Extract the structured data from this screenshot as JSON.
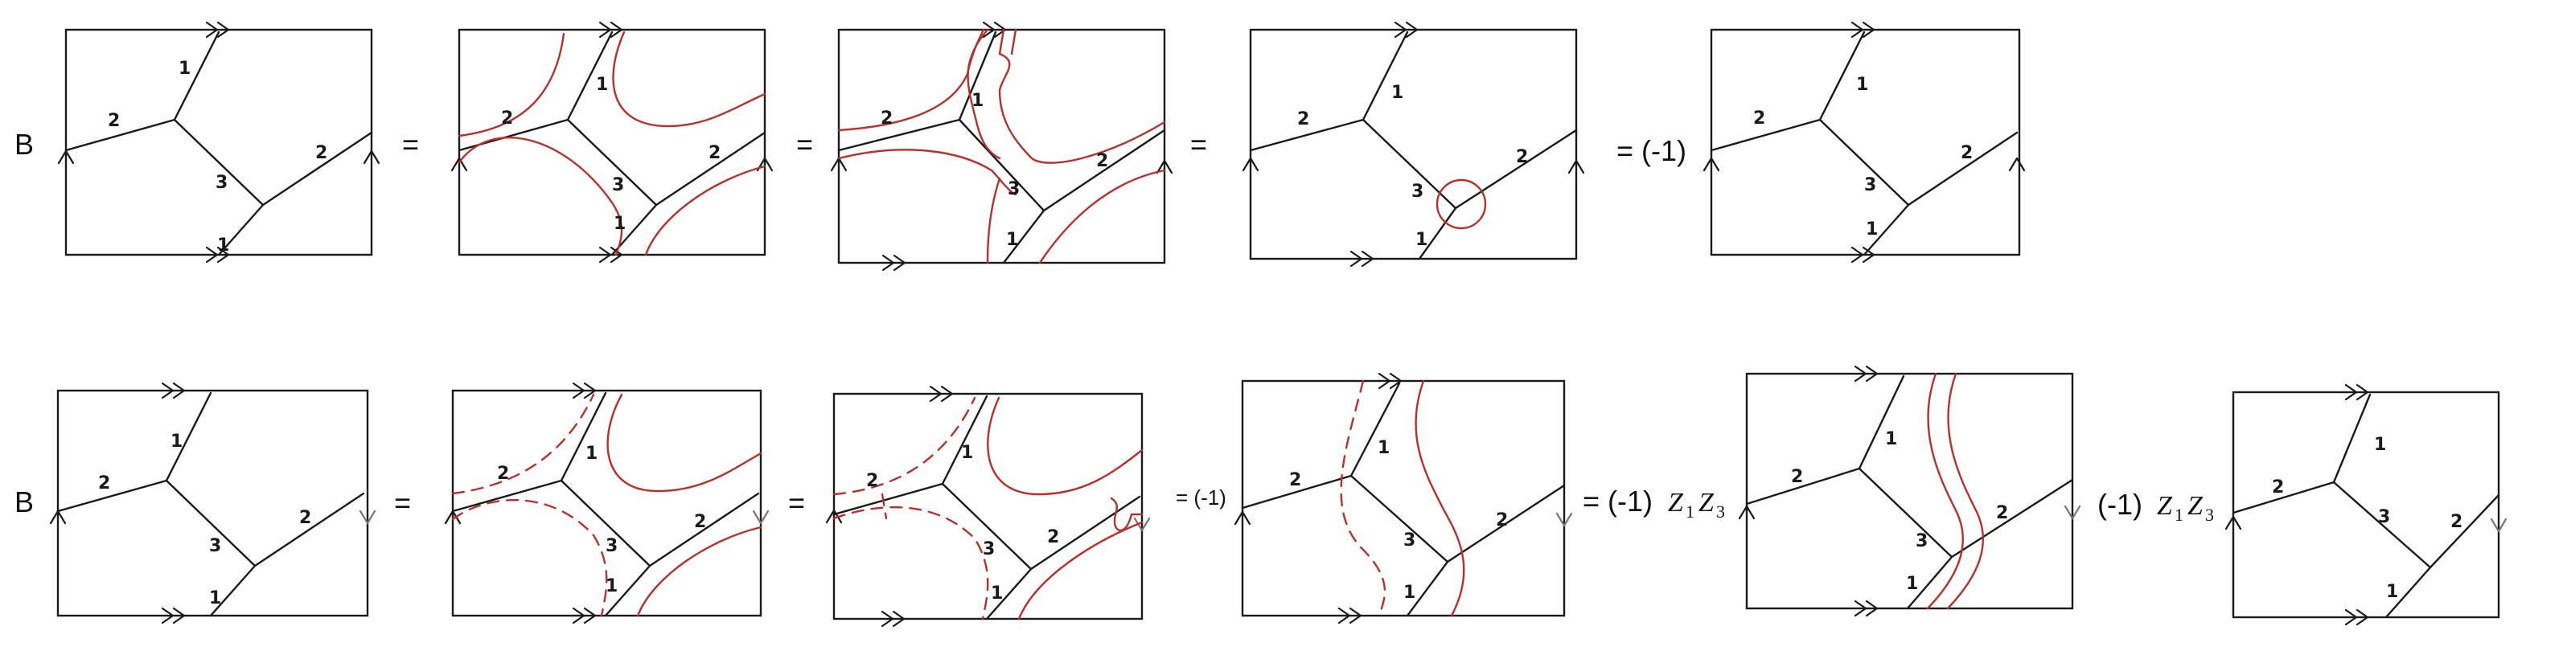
{
  "rows": [
    {
      "row_label": "B",
      "operators": [
        "=",
        "=",
        "=",
        "= (-1)"
      ]
    },
    {
      "row_label": "B",
      "operators": [
        "=",
        "=",
        "= (-1)",
        "= (-1)",
        "(-1)"
      ],
      "z_factor": {
        "base1": "Z",
        "sub1": "1",
        "base2": "Z",
        "sub2": "3"
      }
    }
  ],
  "edge_labels": {
    "one": "1",
    "two": "2",
    "three": "3"
  },
  "colors": {
    "ink": "#1a1a1a",
    "curve": "#b8302c"
  }
}
